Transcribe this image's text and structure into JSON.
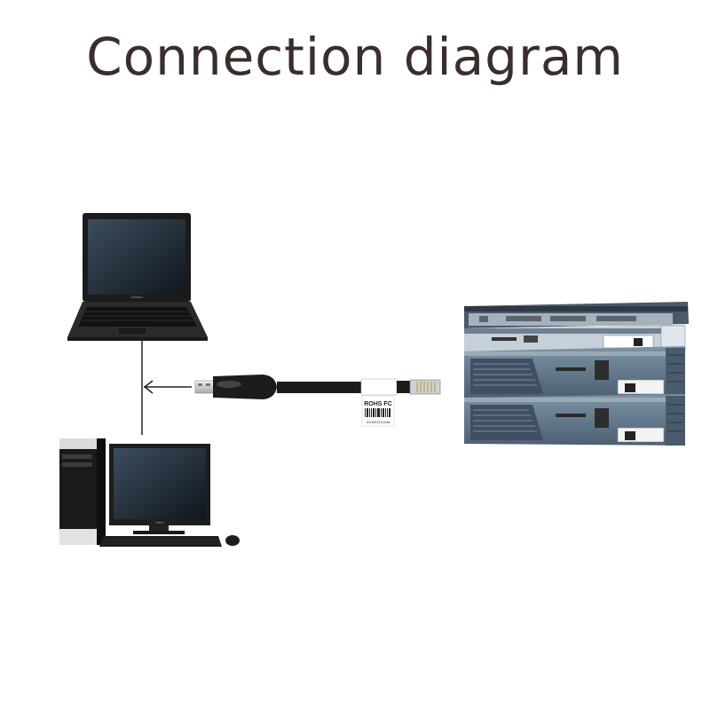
{
  "title": "Connection diagram",
  "laptop": {
    "brand": "Lenovo"
  },
  "desktop": {
    "brand": "Haier"
  },
  "cable_label": {
    "text": "ROHS FC",
    "serial": "20130910110166"
  },
  "colors": {
    "title": "#3a2e2c",
    "cable": "#1c1c1c",
    "router_body": "#5e7487",
    "router_top": "#3d4a58"
  }
}
